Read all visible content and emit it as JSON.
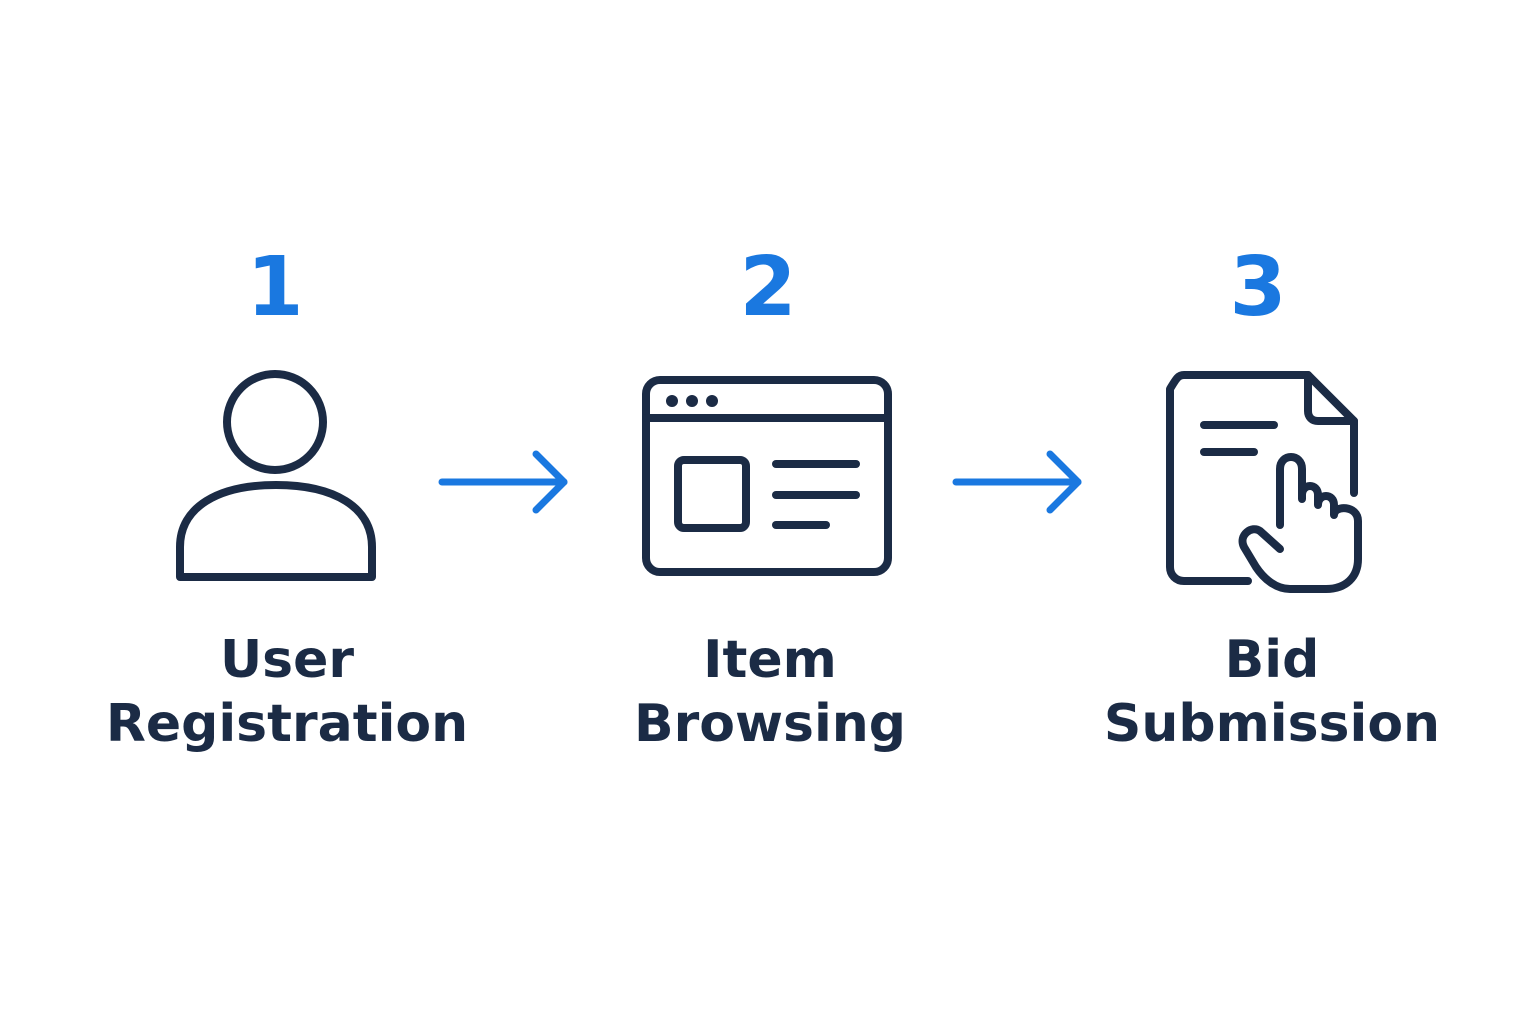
{
  "colors": {
    "accent": "#1a78e0",
    "icon_stroke": "#1b2b45",
    "label_text": "#1b2b45",
    "background": "#ffffff"
  },
  "steps": [
    {
      "number": "1",
      "icon": "user-icon",
      "label_line1": "User",
      "label_line2": "Registration"
    },
    {
      "number": "2",
      "icon": "browser-window-icon",
      "label_line1": "Item",
      "label_line2": "Browsing"
    },
    {
      "number": "3",
      "icon": "document-tap-icon",
      "label_line1": "Bid",
      "label_line2": "Submission"
    }
  ],
  "connectors": [
    {
      "icon": "arrow-right-icon",
      "from": "1",
      "to": "2"
    },
    {
      "icon": "arrow-right-icon",
      "from": "2",
      "to": "3"
    }
  ]
}
